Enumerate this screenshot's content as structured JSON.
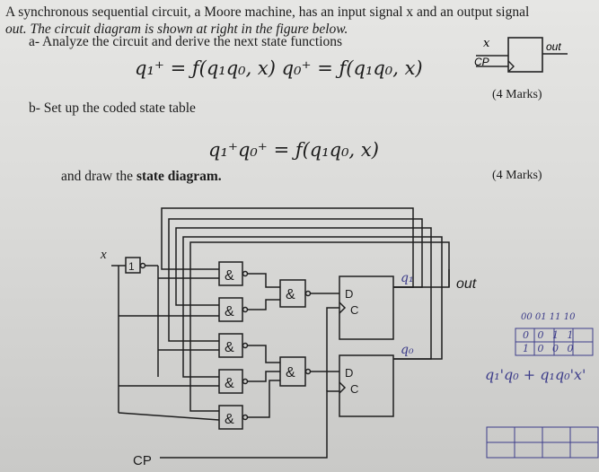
{
  "problem": {
    "intro_line1": "A synchronous sequential circuit, a Moore machine, has an input signal x and an output signal",
    "intro_line2": "out. The circuit diagram is shown at right in the figure below.",
    "part_a": "a-  Analyze the circuit and derive the next state functions",
    "eq_a": "q₁⁺ = ƒ(q₁q₀, x)   q₀⁺ = ƒ(q₁q₀, x)",
    "marks_a": "(4 Marks)",
    "part_b": "b-  Set up the coded state table",
    "eq_b": "q₁⁺q₀⁺ = ƒ(q₁q₀, x)",
    "draw_prefix": "and draw the ",
    "draw_bold": "state diagram.",
    "marks_b": "(4 Marks)"
  },
  "block": {
    "input": "x",
    "clock": "CP",
    "output": "out"
  },
  "circuit": {
    "input": "x",
    "not_gate": "1",
    "and_gate": "&",
    "ff_d": "D",
    "ff_c": "C",
    "ff1_output": "q₁",
    "ff0_output": "q₀",
    "output": "out",
    "clock": "CP"
  },
  "handwritten": {
    "kmap1_header": "00  01  11  10",
    "kmap1_row0": "0  0  1  1",
    "kmap1_row1": "1  0  0  0",
    "expression": "q₁'q₀ + q₁q₀'x'"
  }
}
